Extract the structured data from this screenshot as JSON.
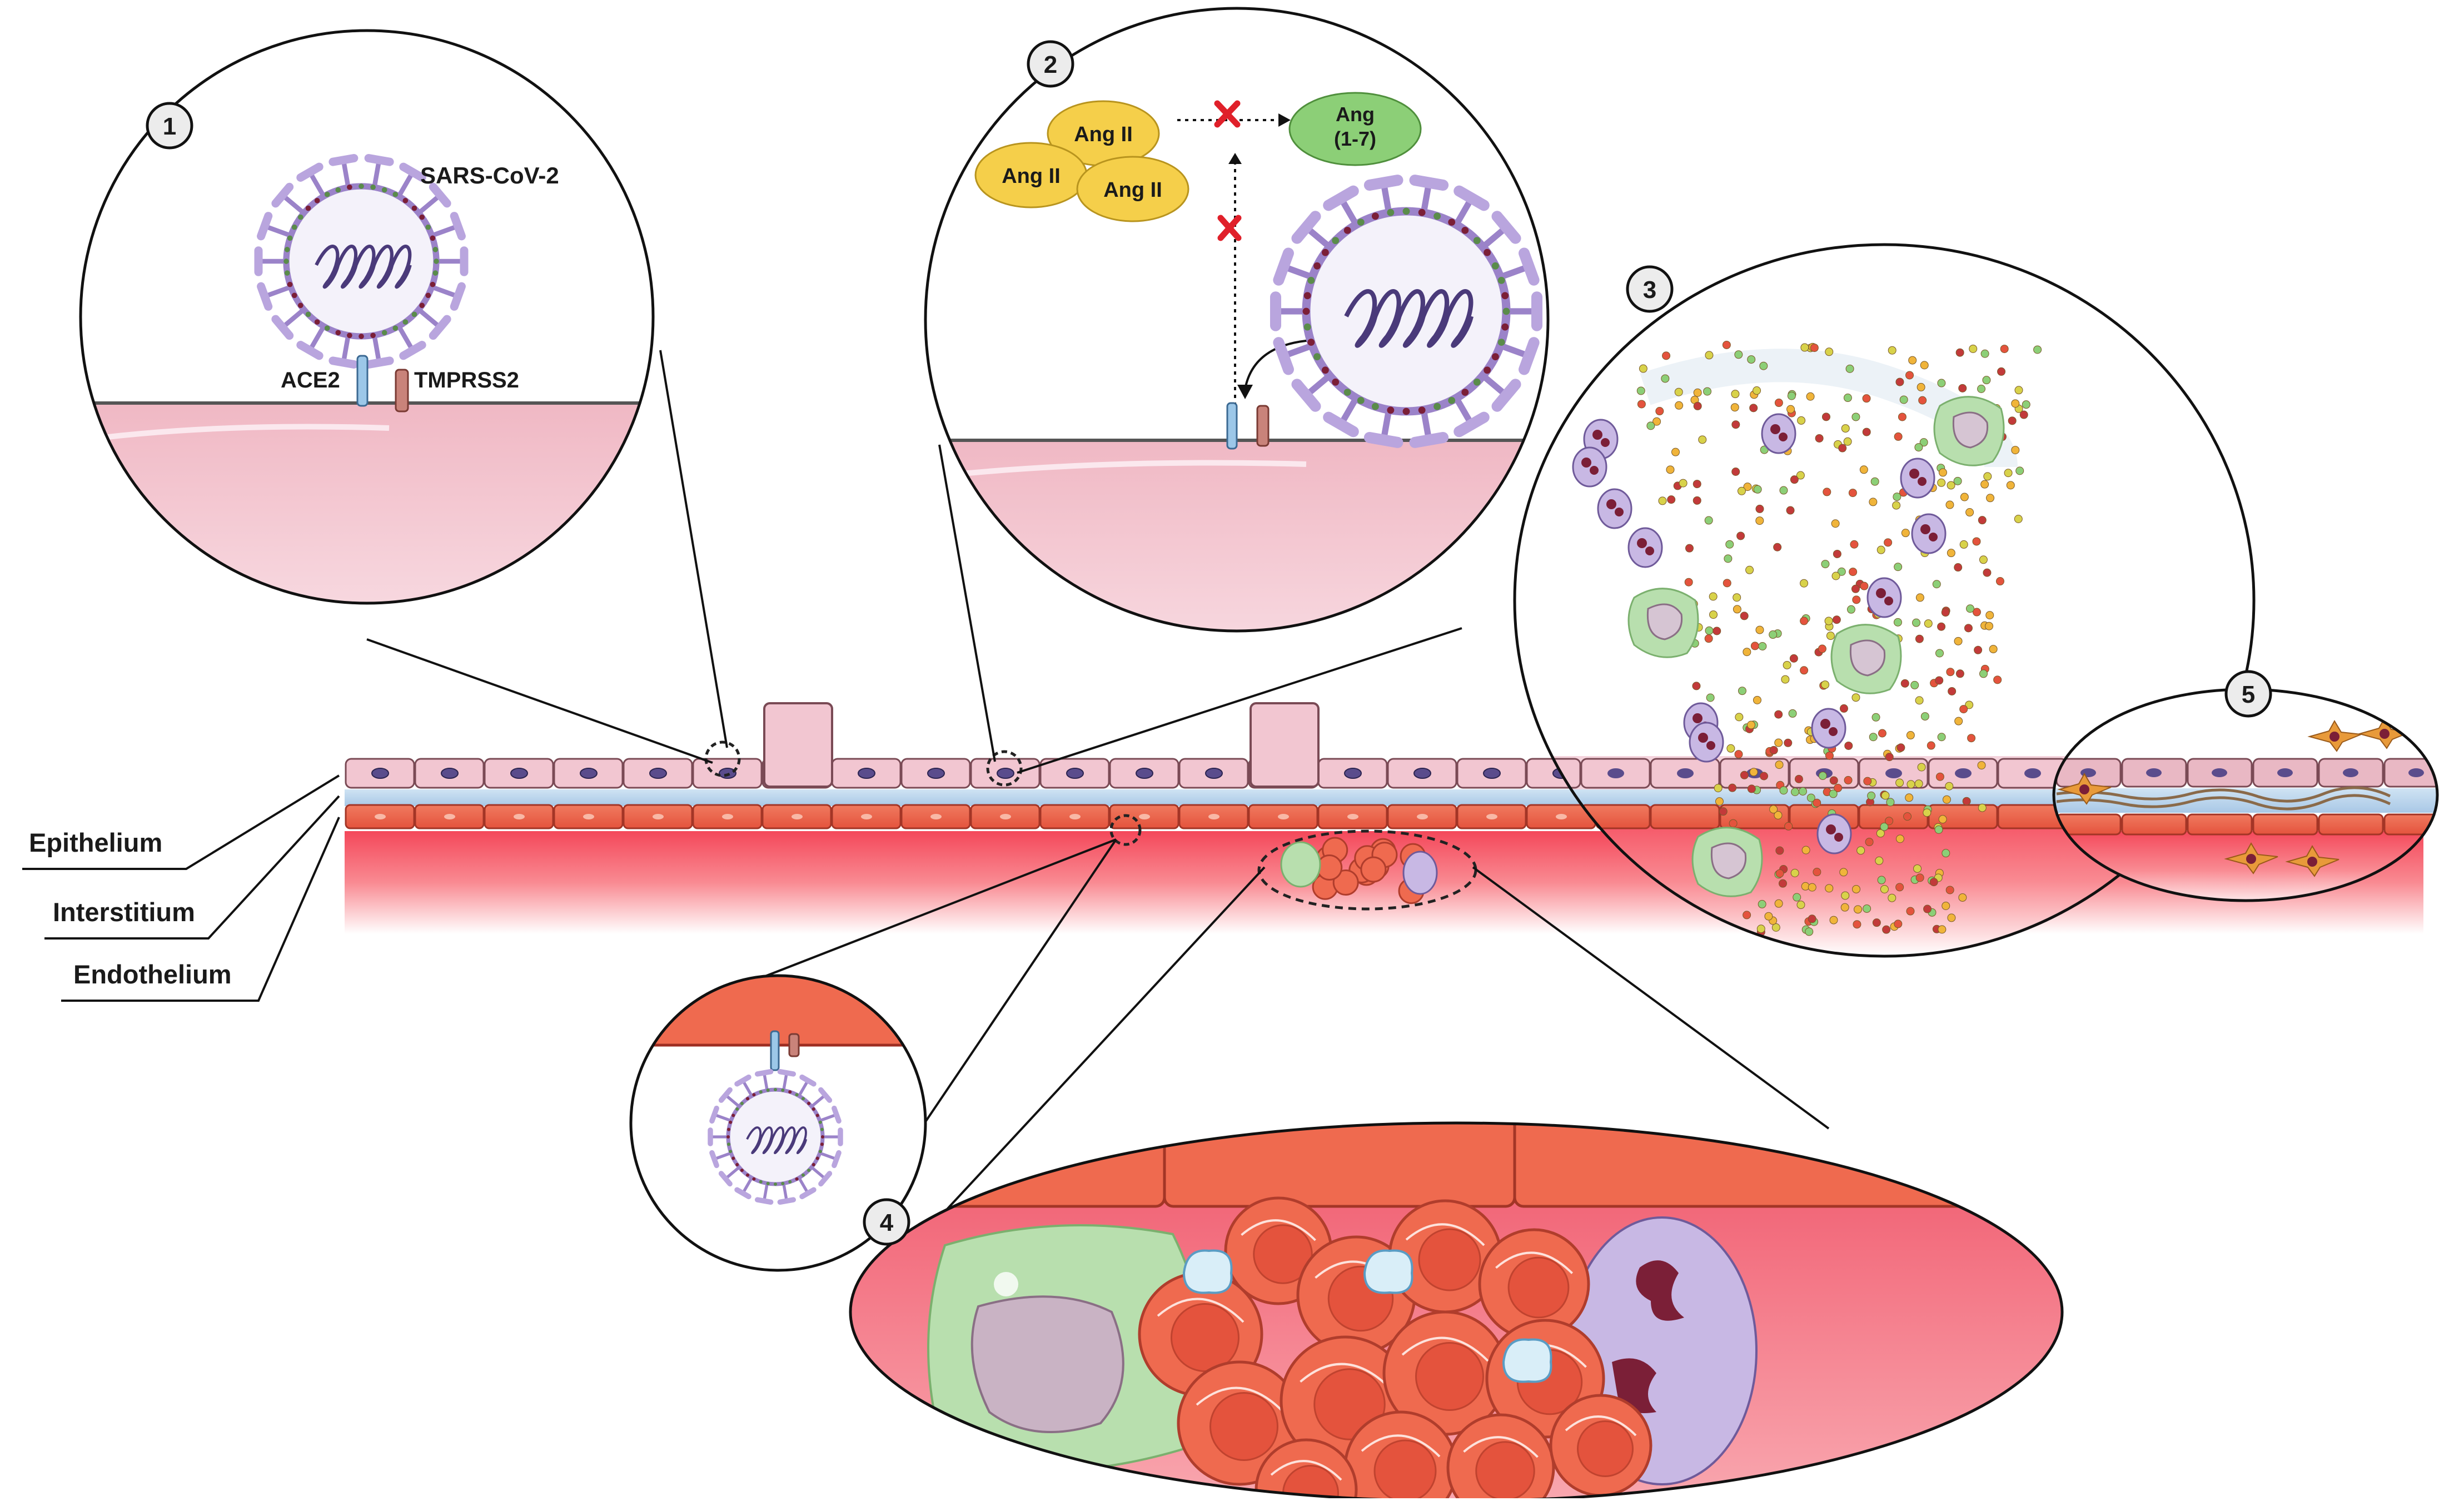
{
  "layer_labels": {
    "epithelium": "Epithelium",
    "interstitium": "Interstitium",
    "endothelium": "Endothelium"
  },
  "panels": {
    "p1": {
      "number": "1",
      "virus_label": "SARS-CoV-2",
      "receptor_label": "ACE2",
      "protease_label": "TMPRSS2"
    },
    "p2": {
      "number": "2",
      "ang2_labels": [
        "Ang II",
        "Ang II",
        "Ang II"
      ],
      "ang17_line1": "Ang",
      "ang17_line2": "(1-7)"
    },
    "p3": {
      "number": "3"
    },
    "p4": {
      "number": "4"
    },
    "p5": {
      "number": "5"
    }
  },
  "colors": {
    "epithelium_cell": "#f2c6d1",
    "endothelium_cell": "#ef6a4f",
    "blood": "#f7a3a6",
    "virus_membrane": "#9b83c9",
    "ang2": "#f5cf4a",
    "ang17": "#8ccf77",
    "block_x": "#e0202a"
  }
}
